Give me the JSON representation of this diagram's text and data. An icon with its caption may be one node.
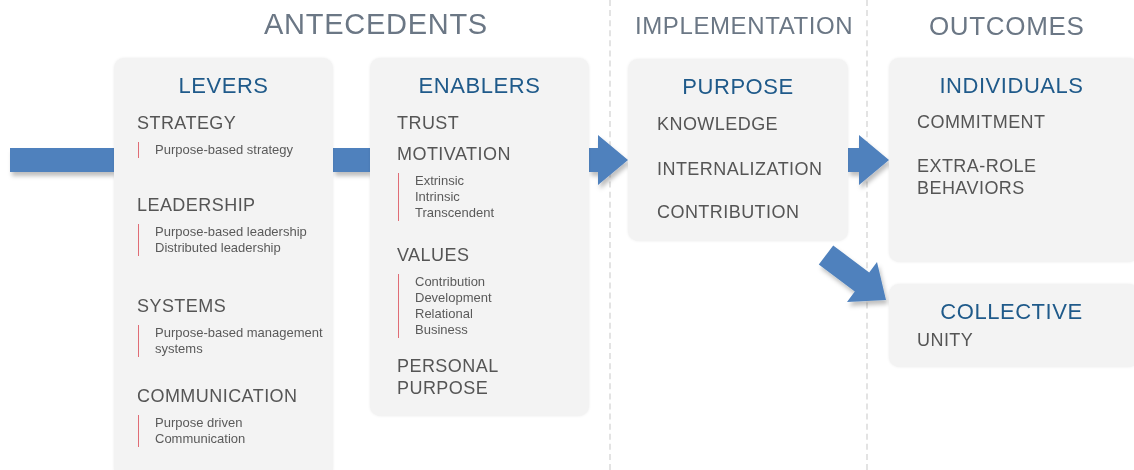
{
  "diagram": {
    "nodes": [
      {
        "text": [
          "LEVERS"
        ]
      },
      {
        "text": [
          "STRATEGY",
          "Purpose-based strategy"
        ],
        "in": 0
      },
      {
        "text": [
          "LEADERSHIP",
          "Purpose-based leadership",
          "Distributed leadership"
        ],
        "in": 0
      },
      {
        "text": [
          "SYSTEMS",
          "Purpose-based management systems"
        ],
        "in": 0
      },
      {
        "text": [
          "COMMUNICATION",
          "Purpose driven",
          "Communication"
        ],
        "in": 0
      },
      {
        "text": [
          "ENABLERS"
        ]
      },
      {
        "text": [
          "TRUST"
        ],
        "in": 5
      },
      {
        "text": [
          "MOTIVATION",
          "Extrinsic",
          "Intrinsic",
          "Transcendent"
        ],
        "in": 5
      },
      {
        "text": [
          "VALUES",
          "Contribution",
          "Development",
          "Relational",
          "Business"
        ],
        "in": 5
      },
      {
        "text": [
          "PERSONAL PURPOSE"
        ],
        "in": 5
      },
      {
        "text": [
          "PURPOSE"
        ]
      },
      {
        "text": [
          "KNOWLEDGE"
        ],
        "in": 10
      },
      {
        "text": [
          "INTERNALIZATION"
        ],
        "in": 10
      },
      {
        "text": [
          "CONTRIBUTION"
        ],
        "in": 10
      },
      {
        "text": [
          "INDIVIDUALS"
        ]
      },
      {
        "text": [
          "COMMITMENT"
        ],
        "in": 14
      },
      {
        "text": [
          "EXTRA-ROLE BEHAVIORS"
        ],
        "in": 14
      },
      {
        "text": [
          "COLLECTIVE"
        ]
      },
      {
        "text": [
          "UNITY"
        ],
        "in": 17
      }
    ],
    "edges": [
      {
        "from": null,
        "to": 0,
        "arrow": "none",
        "style": "thick"
      },
      {
        "from": 0,
        "to": 5,
        "arrow": "none",
        "style": "thick"
      },
      {
        "from": 5,
        "to": 10,
        "arrow": "to",
        "style": "thick"
      },
      {
        "from": 10,
        "to": 14,
        "arrow": "to",
        "style": "thick"
      },
      {
        "from": 10,
        "to": 17,
        "arrow": "to",
        "style": "thick"
      }
    ],
    "labels": [
      "ANTECEDENTS",
      "IMPLEMENTATION",
      "OUTCOMES"
    ]
  }
}
